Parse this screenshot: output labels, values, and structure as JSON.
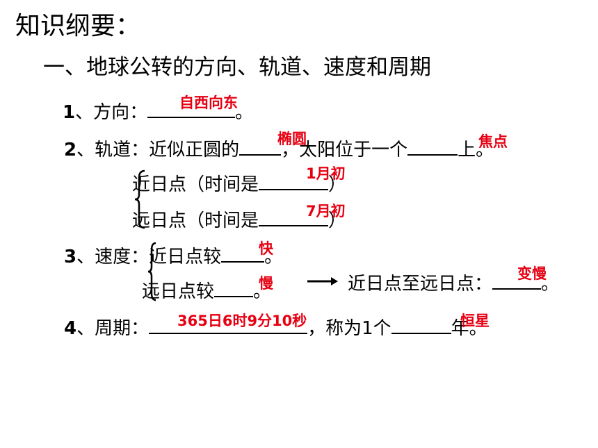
{
  "title": "知识纲要：",
  "heading": "一、地球公转的方向、轨道、速度和周期",
  "item1": {
    "num": "1",
    "text": "、方向：",
    "end": "。",
    "answer": "自西向东"
  },
  "item2": {
    "num": "2",
    "text": "、轨道：近似正圆的",
    "mid": "，太阳位于一个",
    "end": "上。",
    "answer_a": "椭圆",
    "answer_b": "焦点",
    "perihelion": {
      "label": "近日点（时间是",
      "end": "）",
      "answer": "1月初"
    },
    "aphelion": {
      "label": "远日点（时间是",
      "end": "）",
      "answer": "7月初"
    }
  },
  "item3": {
    "num": "3",
    "text": "、速度：",
    "near": "近日点较",
    "near_end": "。",
    "answer_near": "快",
    "far": "远日点较",
    "far_end": "。",
    "answer_far": "慢",
    "trend": "近日点至远日点：",
    "trend_end": "。",
    "answer_trend": "变慢"
  },
  "item4": {
    "num": "4",
    "text": "、周期：",
    "mid": "，称为1个",
    "end": "年。",
    "answer": "365日6时9分10秒",
    "answer_b": "恒星"
  },
  "colors": {
    "answer": "#e60012",
    "text": "#000000"
  }
}
